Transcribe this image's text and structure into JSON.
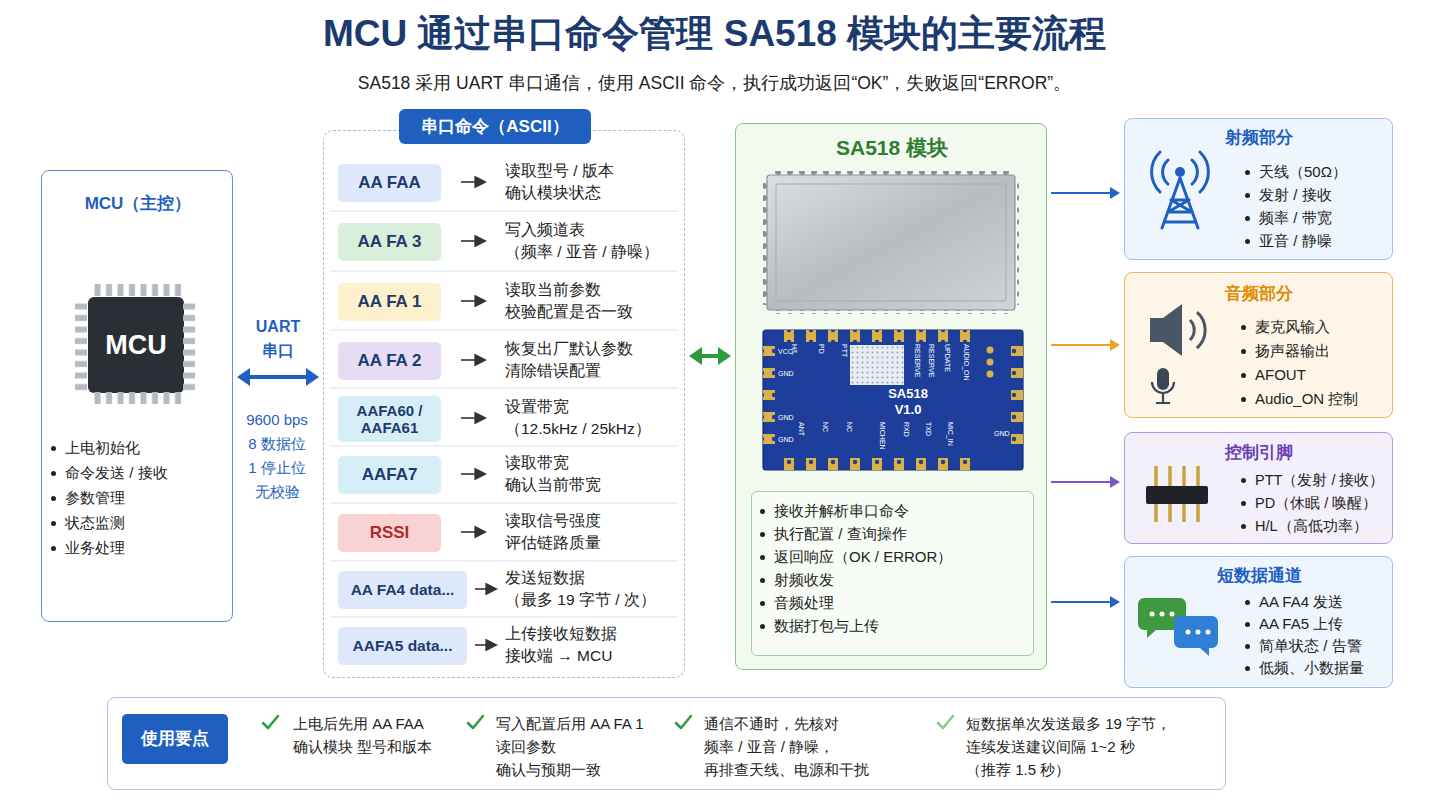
{
  "diagram": {
    "title": "MCU 通过串口命令管理 SA518 模块的主要流程",
    "caption": "SA518 采用 UART 串口通信，使用 ASCII 命令，执行成功返回“OK”，失败返回“ERROR”。",
    "nodes": [
      {
        "text": [
          "MCU（主控）",
          "上电初始化",
          "命令发送 / 接收",
          "参数管理",
          "状态监测",
          "业务处理"
        ]
      },
      {
        "text": [
          "MCU"
        ],
        "in": 0
      },
      {
        "text": [
          "串口命令（ASCII）"
        ]
      },
      {
        "text": [
          "AA FAA"
        ],
        "in": 2
      },
      {
        "text": [
          "AA FA 3"
        ],
        "in": 2
      },
      {
        "text": [
          "AA FA 1"
        ],
        "in": 2
      },
      {
        "text": [
          "AA FA 2"
        ],
        "in": 2
      },
      {
        "text": [
          "AAFA60 / AAFA61"
        ],
        "in": 2
      },
      {
        "text": [
          "AAFA7"
        ],
        "in": 2
      },
      {
        "text": [
          "RSSI"
        ],
        "in": 2
      },
      {
        "text": [
          "AA FA4 data..."
        ],
        "in": 2
      },
      {
        "text": [
          "AAFA5 data..."
        ],
        "in": 2
      },
      {
        "text": [
          "SA518 模块"
        ]
      },
      {
        "text": [
          "接收并解析串口命令",
          "执行配置 / 查询操作",
          "返回响应（OK / ERROR）",
          "射频收发",
          "音频处理",
          "数据打包与上传"
        ],
        "in": 12
      },
      {
        "text": [
          "射频部分",
          "天线（50Ω）",
          "发射 / 接收",
          "频率 / 带宽",
          "亚音 / 静噪"
        ]
      },
      {
        "text": [
          "音频部分",
          "麦克风输入",
          "扬声器输出",
          "AFOUT",
          "Audio_ON 控制"
        ]
      },
      {
        "text": [
          "控制引脚",
          "PTT（发射 / 接收）",
          "PD（休眠 / 唤醒）",
          "H/L（高低功率）"
        ]
      },
      {
        "text": [
          "短数据通道",
          "AA FA4 发送",
          "AA FA5 上传",
          "简单状态 / 告警",
          "低频、小数据量"
        ]
      },
      {
        "text": [
          "上电后先用 AA FAA 确认模块 型号和版本",
          "写入配置后用 AA FA 1 读回参数 确认与预期一致",
          "通信不通时，先核对 频率 / 亚音 / 静噪， 再排查天线、电源和干扰",
          "短数据单次发送最多 19 字节， 连续发送建议间隔 1~2 秒 （推荐 1.5 秒）"
        ]
      },
      {
        "text": [
          "使用要点"
        ],
        "in": 18
      }
    ],
    "edges": [
      {
        "from": 0,
        "to": 2,
        "label": "UART 串口",
        "arrow": "both"
      },
      {
        "from": 2,
        "to": 12,
        "arrow": "both"
      },
      {
        "from": 12,
        "to": 14,
        "arrow": "to"
      },
      {
        "from": 12,
        "to": 15,
        "arrow": "to"
      },
      {
        "from": 12,
        "to": 16,
        "arrow": "to"
      },
      {
        "from": 12,
        "to": 17,
        "arrow": "to"
      }
    ],
    "labels": [
      "9600 bps 8 数据位 1 停止位 无校验",
      "读取型号 / 版本",
      "确认模块状态",
      "写入频道表",
      "（频率 / 亚音 / 静噪）",
      "读取当前参数",
      "校验配置是否一致",
      "恢复出厂默认参数",
      "清除错误配置",
      "设置带宽",
      "（12.5kHz / 25kHz）",
      "读取带宽",
      "确认当前带宽",
      "读取信号强度",
      "评估链路质量",
      "发送短数据",
      "（最多 19 字节 / 次）",
      "上传接收短数据",
      "接收端 → MCU",
      "H/L",
      "PD",
      "PTT",
      "RESERVE",
      "RESERVE",
      "UPDATE",
      "AUDIO_ON",
      "VCC",
      "GND",
      "GND",
      "GND",
      "GND",
      "ANT",
      "NC",
      "NC",
      "MICHEN",
      "RXD",
      "TXD",
      "MIC_IN",
      "SA518",
      "V1.0"
    ]
  }
}
